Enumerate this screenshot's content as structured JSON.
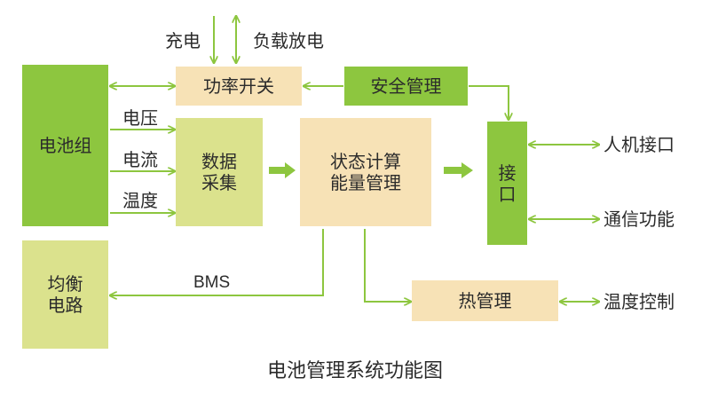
{
  "colors": {
    "green": "#8dc63f",
    "light_green": "#dbe28d",
    "beige": "#f7e2b6",
    "arrow": "#8dc63f"
  },
  "blocks": {
    "battery_pack": "电池组",
    "power_switch": "功率开关",
    "safety_mgmt": "安全管理",
    "data_acq_line1": "数据",
    "data_acq_line2": "采集",
    "state_calc_line1": "状态计算",
    "state_calc_line2": "能量管理",
    "interface_chars": [
      "接",
      "口"
    ],
    "balance_line1": "均衡",
    "balance_line2": "电路",
    "thermal_mgmt": "热管理"
  },
  "labels": {
    "charge": "充电",
    "load_discharge": "负载放电",
    "voltage": "电压",
    "current": "电流",
    "temperature": "温度",
    "bms": "BMS",
    "hmi": "人机接口",
    "comm": "通信功能",
    "temp_control": "温度控制"
  },
  "caption": "电池管理系统功能图"
}
